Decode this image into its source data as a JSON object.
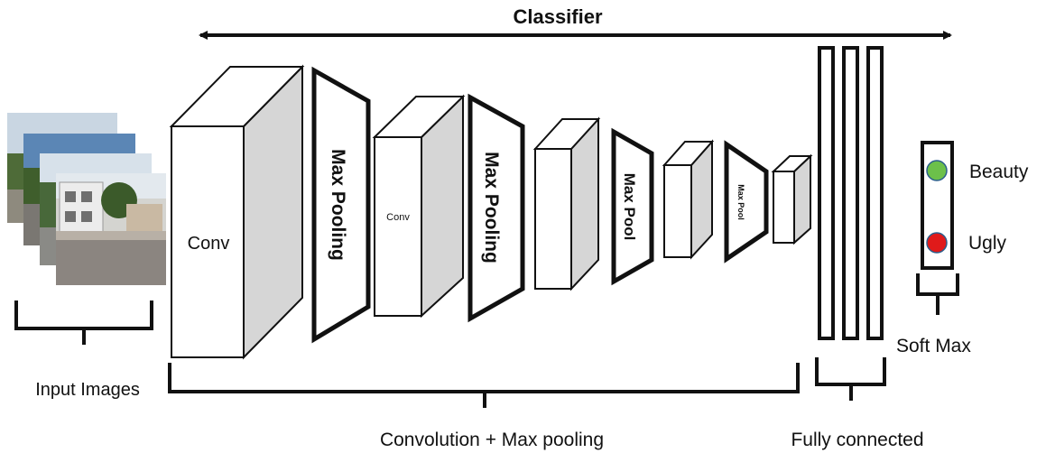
{
  "title": "Classifier",
  "input_label": "Input Images",
  "layers": {
    "conv1": "Conv",
    "pool1": "Max Pooling",
    "conv2": "Conv",
    "pool2": "Max Pooling",
    "pool3": "Max Pool",
    "pool4": "Max Pool"
  },
  "bottom_labels": {
    "conv_section": "Convolution + Max pooling",
    "fc_section": "Fully connected"
  },
  "softmax": {
    "label": "Soft Max",
    "outputs": [
      {
        "label": "Beauty",
        "color": "#6cc04a"
      },
      {
        "label": "Ugly",
        "color": "#e01a1a"
      }
    ]
  },
  "colors": {
    "stroke": "#111111",
    "cube_front": "#ffffff",
    "cube_top": "#ffffff",
    "cube_side": "#d6d6d6",
    "photo_sky": "#c9d6e2",
    "photo_building": "#e6e6e6",
    "photo_tree": "#3f5e2c",
    "photo_road": "#8b8580"
  }
}
